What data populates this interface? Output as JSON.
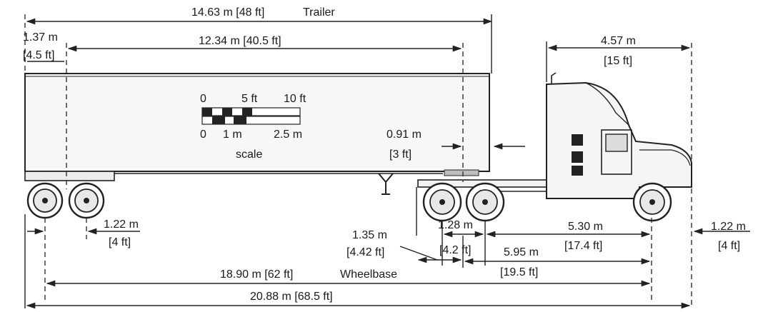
{
  "dimensions": {
    "trailer_length": "14.63 m [48 ft]",
    "trailer_word": "Trailer",
    "front_overhang_m": "1.37 m",
    "front_overhang_ft": "[4.5 ft]",
    "kingpin_to_axle": "12.34 m [40.5 ft]",
    "cab_length_m": "4.57 m",
    "cab_length_ft": "[15 ft]",
    "kingpin_offset_m": "0.91 m",
    "kingpin_offset_ft": "[3 ft]",
    "rear_axle_spread_m": "1.22 m",
    "rear_axle_spread_ft": "[4 ft]",
    "kingpin_to_drive_m": "1.35 m",
    "kingpin_to_drive_ft": "[4.42 ft]",
    "drive_axle_spread_m": "1.28 m",
    "drive_axle_spread_ft": "[4.2 ft]",
    "drive_to_steer_m": "5.30 m",
    "drive_to_steer_ft": "[17.4 ft]",
    "tractor_wheelbase_m": "5.95 m",
    "tractor_wheelbase_ft": "[19.5 ft]",
    "front_overhang_tractor_m": "1.22 m",
    "front_overhang_tractor_ft": "[4 ft]",
    "wheelbase": "18.90 m [62 ft]",
    "wheelbase_word": "Wheelbase",
    "overall_length": "20.88 m [68.5 ft]"
  },
  "scale": {
    "ft_0": "0",
    "ft_5": "5 ft",
    "ft_10": "10 ft",
    "m_0": "0",
    "m_1": "1 m",
    "m_2_5": "2.5 m",
    "caption": "scale"
  }
}
